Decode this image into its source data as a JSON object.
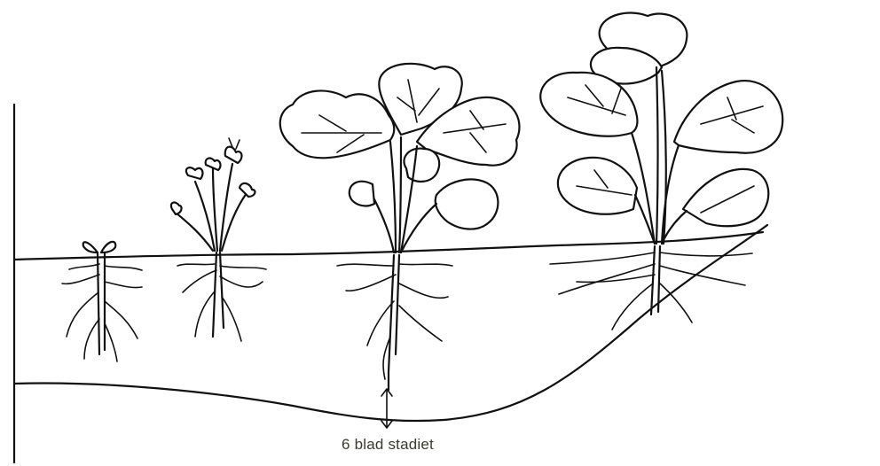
{
  "diagram": {
    "caption": "6 blad stadiet",
    "stages": [
      {
        "name": "seedling"
      },
      {
        "name": "early-leaf"
      },
      {
        "name": "six-leaf"
      },
      {
        "name": "mature"
      }
    ]
  }
}
